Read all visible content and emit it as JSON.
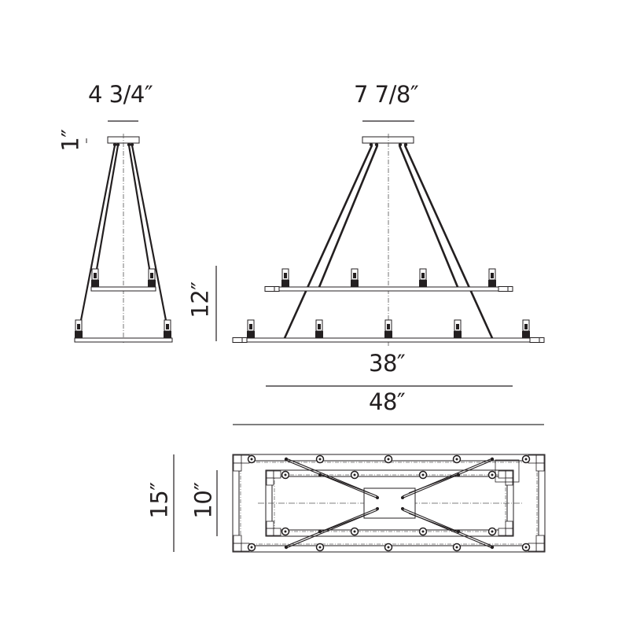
{
  "diagram": {
    "type": "chandelier dimension drawing",
    "views": [
      "side-view",
      "front-view",
      "top-view"
    ],
    "colors": {
      "line": "#231f20",
      "centerline": "#555555",
      "background": "#ffffff"
    }
  },
  "labels": {
    "side_canopy_width": "4 3/4″",
    "canopy_height": "1″",
    "front_canopy_width": "7 7/8″",
    "tier_spacing": "12″",
    "upper_tier_length": "38″",
    "lower_tier_length": "48″",
    "outer_depth": "15″",
    "inner_depth": "10″"
  },
  "front_view": {
    "upper_tier_lights": 4,
    "lower_tier_lights": 5
  },
  "side_view": {
    "upper_tier_lights": 2,
    "lower_tier_lights": 2
  }
}
